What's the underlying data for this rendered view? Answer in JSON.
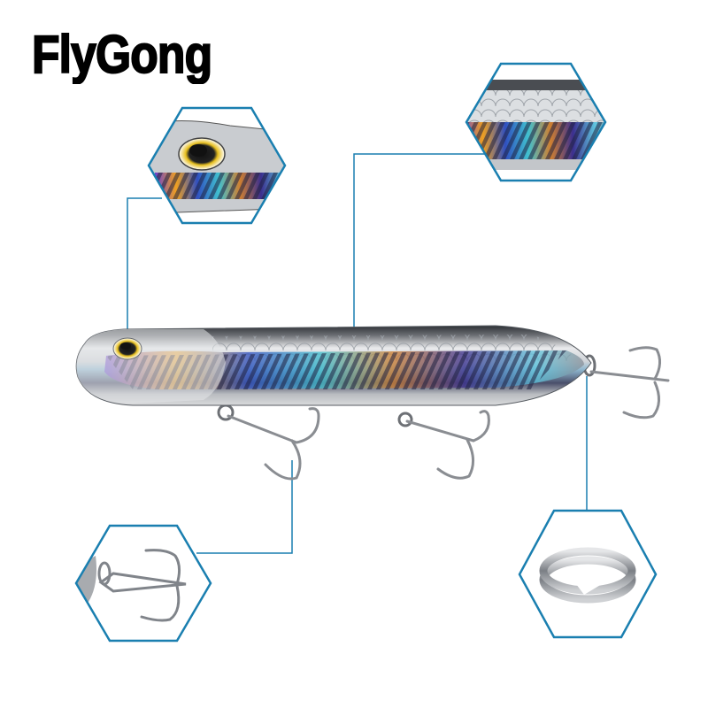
{
  "brand": {
    "name": "FlyGong"
  },
  "colors": {
    "callout_line": "#1a7fb0",
    "background": "#ffffff",
    "brand_text": "#000000",
    "lure_dark": "#3a3d42",
    "lure_silver": "#d8dadd",
    "lure_belly": "#c4c6c9"
  },
  "product": {
    "type": "topwater pencil fishing lure",
    "hooks": 3,
    "split_rings": 3
  },
  "callouts": [
    {
      "id": "eye",
      "feature": "3D eye detail",
      "icon": "eye-closeup-icon"
    },
    {
      "id": "scales",
      "feature": "holographic scale finish",
      "icon": "scale-pattern-icon"
    },
    {
      "id": "hook",
      "feature": "treble hook",
      "icon": "treble-hook-icon"
    },
    {
      "id": "ring",
      "feature": "split ring",
      "icon": "split-ring-icon"
    }
  ]
}
